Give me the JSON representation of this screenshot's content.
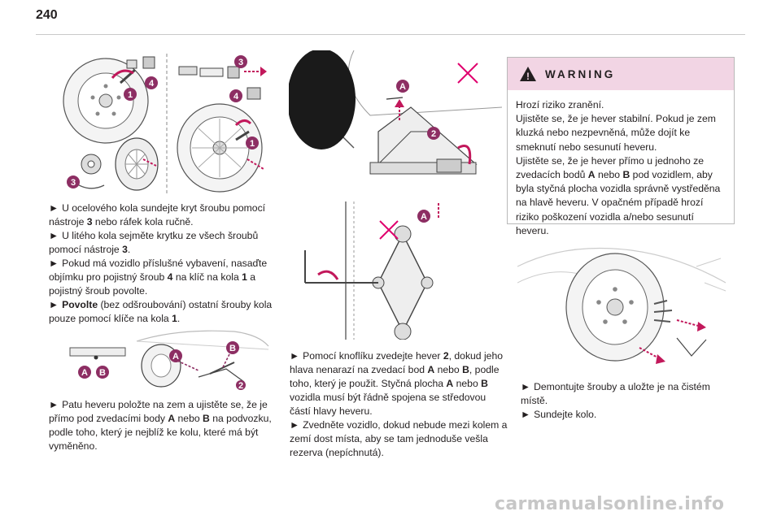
{
  "page_number": "240",
  "col1": {
    "p1": {
      "a": "U ocelového kola sundejte kryt šroubu pomocí nástroje ",
      "b": "3",
      "c": " nebo ráfek kola ručně."
    },
    "p2": "U litého kola sejměte krytku ze všech šroubů pomocí nástroje ",
    "p2_b": "3",
    "p2_end": ".",
    "p3": {
      "a": "Pokud má vozidlo příslušné vybavení, nasaďte objímku pro pojistný šroub ",
      "b": "4",
      "c": " na klíč na kola ",
      "d": "1",
      "e": " a pojistný šroub povolte."
    },
    "p4": {
      "b": "Povolte",
      "a": " (bez odšroubování) ostatní šrouby kola pouze pomocí klíče na kola ",
      "c": "1",
      "d": "."
    },
    "p5": {
      "a": "Patu heveru položte na zem a ujistěte se, že je přímo pod zvedacími body ",
      "b": "A",
      "c": " nebo ",
      "d": "B",
      "e": " na podvozku, podle toho, který je nejblíž ke kolu, které má být vyměněno."
    }
  },
  "col2": {
    "p1": {
      "a": "Pomocí knoflíku zvedejte hever ",
      "b": "2",
      "c": ", dokud jeho hlava nenarazí na zvedací bod ",
      "d": "A",
      "e": " nebo ",
      "f": "B",
      "g": ", podle toho, který je použit. Styčná plocha ",
      "h": "A",
      "i": " nebo ",
      "j": "B",
      "k": " vozidla musí být řádně spojena se středovou částí hlavy heveru."
    },
    "p2": "Zvedněte vozidlo, dokud nebude mezi kolem a zemí dost místa, aby se tam jednoduše vešla rezerva (nepíchnutá)."
  },
  "warning": {
    "title": "WARNING",
    "l1": "Hrozí riziko zranění.",
    "l2": "Ujistěte se, že je hever stabilní. Pokud je zem kluzká nebo nezpevněná, může dojít ke smeknutí nebo sesunutí heveru.",
    "l3a": "Ujistěte se, že je hever přímo u jednoho ze zvedacích bodů ",
    "l3b": "A",
    "l3c": " nebo ",
    "l3d": "B",
    "l3e": " pod vozidlem, aby byla styčná plocha vozidla správně vystředěna na hlavě heveru. V opačném případě hrozí riziko poškození vozidla a/nebo sesunutí heveru."
  },
  "col3": {
    "p1": "Demontujte šrouby a uložte je na čistém místě.",
    "p2": "Sundejte kolo."
  },
  "bullet": "►",
  "labels": {
    "one": "1",
    "two": "2",
    "three": "3",
    "four": "4",
    "A": "A",
    "B": "B",
    "warn_mark": "!"
  },
  "watermark": "carmanualsonline.info",
  "colors": {
    "badge": "#8d2e63",
    "arrow": "#c2185b",
    "cross": "#e0006e",
    "warning_bg": "#f2d5e4"
  }
}
